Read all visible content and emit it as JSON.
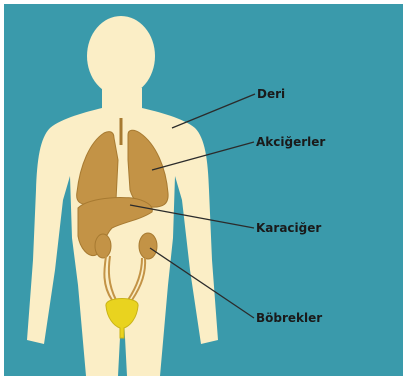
{
  "diagram": {
    "labels": {
      "deri": "Deri",
      "akcigerler": "Akciğerler",
      "karaciger": "Karaciğer",
      "bobrekler": "Böbrekler"
    },
    "colors": {
      "background": "#3a9aab",
      "body": "#fbeec6",
      "organ": "#c39346",
      "organ_dark": "#a77a31",
      "bladder": "#e9d31f",
      "pointer": "#2b2b2b"
    }
  }
}
